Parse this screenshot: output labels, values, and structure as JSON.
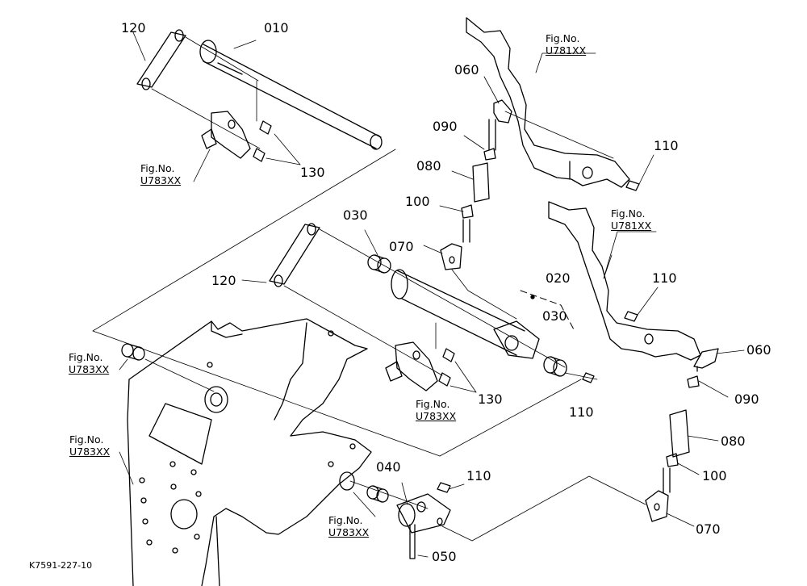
{
  "diagram_code": "K7591-227-10",
  "callouts": {
    "c010": "010",
    "c020": "020",
    "c030a": "030",
    "c030b": "030",
    "c040": "040",
    "c050": "050",
    "c060a": "060",
    "c060b": "060",
    "c070a": "070",
    "c070b": "070",
    "c080a": "080",
    "c080b": "080",
    "c090a": "090",
    "c090b": "090",
    "c100a": "100",
    "c100b": "100",
    "c110a": "110",
    "c110b": "110",
    "c110c": "110",
    "c110d": "110",
    "c120a": "120",
    "c120b": "120",
    "c130a": "130",
    "c130b": "130"
  },
  "figure_refs": [
    {
      "prefix": "Fig.No.",
      "code": "U781XX"
    },
    {
      "prefix": "Fig.No.",
      "code": "U781XX"
    },
    {
      "prefix": "Fig.No.",
      "code": "U783XX"
    },
    {
      "prefix": "Fig.No.",
      "code": "U783XX"
    },
    {
      "prefix": "Fig.No.",
      "code": "U783XX"
    },
    {
      "prefix": "Fig.No.",
      "code": "U783XX"
    },
    {
      "prefix": "Fig.No.",
      "code": "U783XX"
    }
  ]
}
